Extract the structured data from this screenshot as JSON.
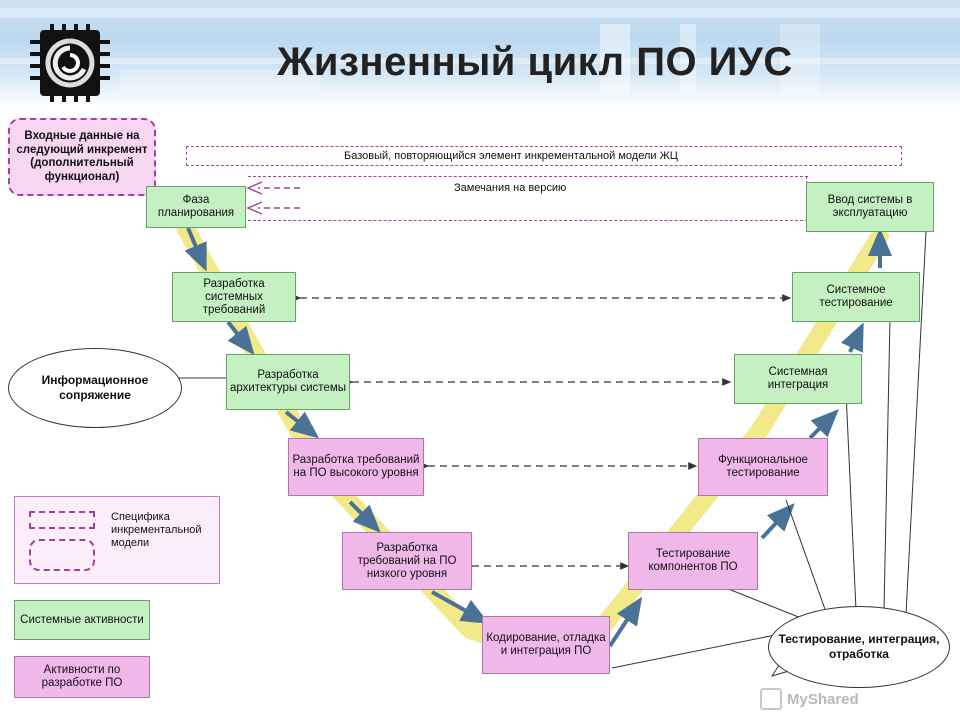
{
  "page": {
    "title": "Жизненный цикл ПО ИУС",
    "watermark": "MyShared"
  },
  "boxes": {
    "input_data": "Входные данные на следующий инкремент (дополнительный функционал)",
    "planning": "Фаза планирования",
    "sys_requirements": "Разработка системных требований",
    "architecture": "Разработка архитектуры системы",
    "high_level_req": "Разработка требований на ПО высокого уровня",
    "low_level_req": "Разработка требований на ПО низкого уровня",
    "coding": "Кодирование, отладка и интеграция ПО",
    "component_test": "Тестирование компонентов ПО",
    "functional_test": "Функциональное тестирование",
    "system_integration": "Системная интеграция",
    "system_test": "Системное тестирование",
    "deployment": "Ввод системы в эксплуатацию"
  },
  "corridor": {
    "base_element": "Базовый, повторяющийся элемент инкрементальной модели ЖЦ",
    "version_notes": "Замечания на версию"
  },
  "balloons": {
    "info_link": "Информационное сопряжение",
    "testing": "Тестирование, интеграция, отработка"
  },
  "legend": {
    "spec_title": "Специфика инкрементальной модели",
    "system_activities": "Системные активности",
    "software_activities": "Активности по разработке ПО"
  },
  "colors": {
    "green": "#c4f0c2",
    "pink": "#f0b8e8",
    "dashed_purple": "#a63fa0",
    "arrow_blue": "#4a7296",
    "highlight_yellow": "#f2ea8a",
    "header_blue": "#bcd8ee"
  }
}
